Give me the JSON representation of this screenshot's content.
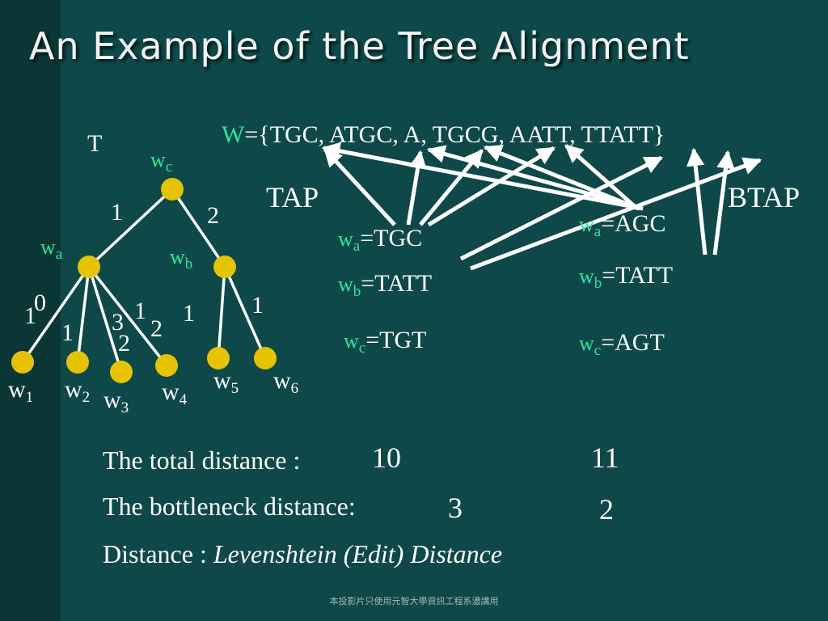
{
  "title": "An Example of the Tree Alignment",
  "set_label_w": "W",
  "set_text": "={TGC, ATGC, A, TGCG,  AATT, TTATT}",
  "tree_label": "T",
  "nodes": {
    "wc": "w",
    "wc_sub": "c",
    "wa": "w",
    "wa_sub": "a",
    "wb": "w",
    "wb_sub": "b",
    "w1": "w",
    "w1_sub": "1",
    "w2": "w",
    "w2_sub": "2",
    "w3": "w",
    "w3_sub": "3",
    "w4": "w",
    "w4_sub": "4",
    "w5": "w",
    "w5_sub": "5",
    "w6": "w",
    "w6_sub": "6"
  },
  "edge_labels": {
    "wc_wa": "1",
    "wc_wb": "2",
    "w1_a": "1",
    "w1_b": "0",
    "w2_a": "1",
    "w2_b": "3",
    "w3_a": "2",
    "w3_b": "1",
    "w4_a": "2",
    "w5": "1",
    "w6": "1"
  },
  "tap": {
    "heading": "TAP",
    "wa_value": "=TGC",
    "wb_value": "=TATT",
    "wc_value": "=TGT",
    "total": "10",
    "bottleneck": "3"
  },
  "btap": {
    "heading": "BTAP",
    "wa_value": "=AGC",
    "wb_value": "=TATT",
    "wc_value": "=AGT",
    "total": "11",
    "bottleneck": "2"
  },
  "var_w": "w",
  "sub_a": "a",
  "sub_b": "b",
  "sub_c": "c",
  "total_label": "The total distance :",
  "bottleneck_label": "The bottleneck distance:",
  "distance_label": "Distance : ",
  "distance_value": "Levenshtein (Edit) Distance",
  "footer": "本投影片只使用元智大學資訊工程系濃講用",
  "colors": {
    "background": "#0e4848",
    "sidebar": "#0b3636",
    "node": "#e6c300",
    "accent": "#2ee89a",
    "text": "#ffffff"
  }
}
